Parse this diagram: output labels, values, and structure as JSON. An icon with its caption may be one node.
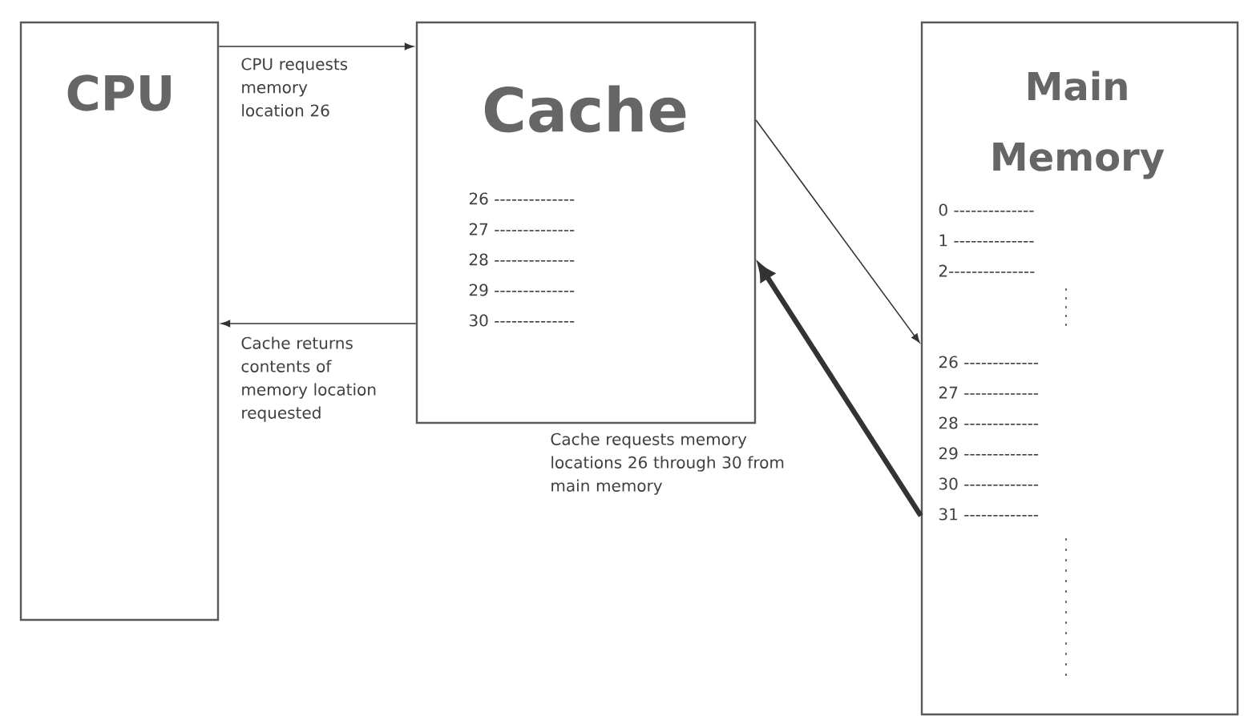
{
  "diagram": {
    "nodes": [
      {
        "text": [
          "CPU"
        ]
      },
      {
        "text": [
          "Cache",
          "26 --------------",
          "27 --------------",
          "28 --------------",
          "29 --------------",
          "30 --------------"
        ]
      },
      {
        "text": [
          "Main Memory",
          "0 --------------",
          "1 --------------",
          "2---------------",
          "26 -------------",
          "27 -------------",
          "28 -------------",
          "29 -------------",
          "30 -------------",
          "31 -------------"
        ]
      }
    ],
    "edges": [
      {
        "from": 0,
        "to": 1,
        "arrow": "to",
        "label": "CPU requests memory location 26"
      },
      {
        "from": 1,
        "to": 0,
        "arrow": "to",
        "label": "Cache returns contents of memory location requested"
      },
      {
        "from": 1,
        "to": 2,
        "arrow": "to"
      },
      {
        "from": 2,
        "to": 1,
        "arrow": "to",
        "style": "thick",
        "label": "Cache requests memory locations 26 through 30 from main memory"
      }
    ]
  }
}
